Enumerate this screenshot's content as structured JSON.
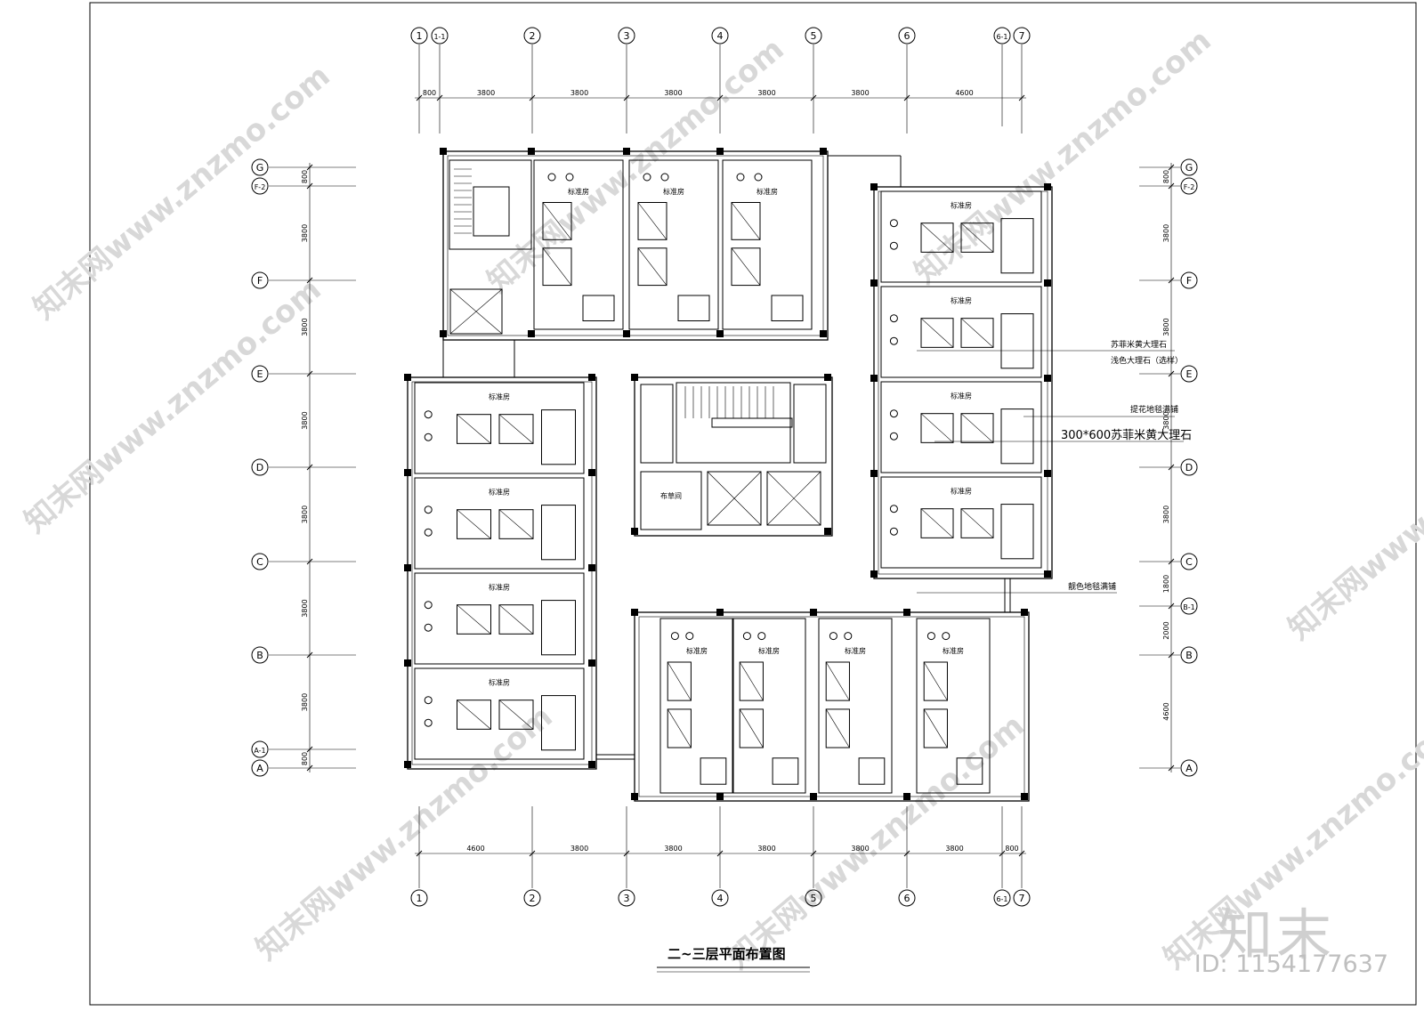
{
  "drawing": {
    "title": "二~三层平面布置图",
    "room_label": "标准房",
    "linen_room_label": "布草间"
  },
  "grid": {
    "top_axes": [
      "1",
      "1-1",
      "2",
      "3",
      "4",
      "5",
      "6",
      "6-1",
      "7"
    ],
    "bottom_axes": [
      "1",
      "2",
      "3",
      "4",
      "5",
      "6",
      "6-1",
      "7"
    ],
    "left_axes": [
      "G",
      "F-2",
      "F",
      "E",
      "D",
      "C",
      "B",
      "A-1",
      "A"
    ],
    "right_axes": [
      "G",
      "F-2",
      "F",
      "E",
      "D",
      "C",
      "B-1",
      "B",
      "A"
    ]
  },
  "dimensions": {
    "top": [
      "800",
      "3800",
      "3800",
      "3800",
      "3800",
      "3800",
      "4600"
    ],
    "bottom": [
      "4600",
      "3800",
      "3800",
      "3800",
      "3800",
      "3800",
      "800"
    ],
    "left": [
      "800",
      "3800",
      "3800",
      "3800",
      "3800",
      "3800",
      "3800",
      "800"
    ],
    "right": [
      "800",
      "3800",
      "3800",
      "3800",
      "3800",
      "1800",
      "2000",
      "4600"
    ]
  },
  "annotations": {
    "a1": "苏菲米黄大理石",
    "a2": "浅色大理石（选样）",
    "a3": "提花地毯满铺",
    "a4": "300*600苏菲米黄大理石",
    "a5": "靓色地毯满铺"
  },
  "watermark": {
    "site": "知末网www.znzmo.com",
    "brand": "知末",
    "id": "ID: 1154177637"
  }
}
